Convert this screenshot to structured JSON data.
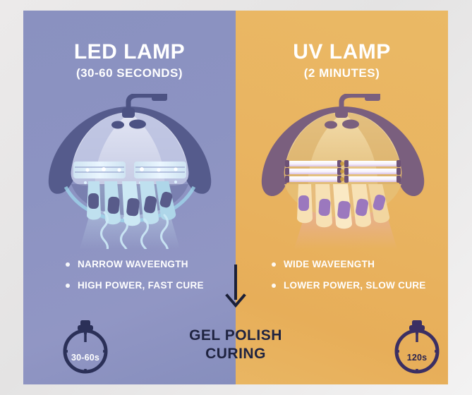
{
  "infographic": {
    "caption_line1": "GEL POLISH",
    "caption_line2": "CURING",
    "arrow_icon": "down-arrow-icon",
    "colors": {
      "left_panel": "#8c93c2",
      "right_panel": "#e9b461",
      "heading_text": "#ffffff",
      "caption_text": "#1f2340",
      "led_light": "#bfe8f5",
      "uv_light": "#e8b9d2",
      "lamp_body_left": "#d9dcef",
      "lamp_body_right": "#f0d7a4",
      "lamp_shell_left": "#555b8c",
      "lamp_shell_right": "#7a5f7e"
    }
  },
  "left": {
    "title": "LED LAMP",
    "subtitle": "(30-60 SECONDS)",
    "bullets": [
      "NARROW WAVEENGTH",
      "HIGH POWER, FAST CURE"
    ],
    "timer_label": "30-60s",
    "timer_icon": "stopwatch-icon",
    "lamp_icon": "led-nail-lamp-illustration"
  },
  "right": {
    "title": "UV LAMP",
    "subtitle": "(2 MINUTES)",
    "bullets": [
      "WIDE WAVEENGTH",
      "LOWER POWER, SLOW CURE"
    ],
    "timer_label": "120s",
    "timer_icon": "stopwatch-icon",
    "lamp_icon": "uv-nail-lamp-illustration"
  }
}
